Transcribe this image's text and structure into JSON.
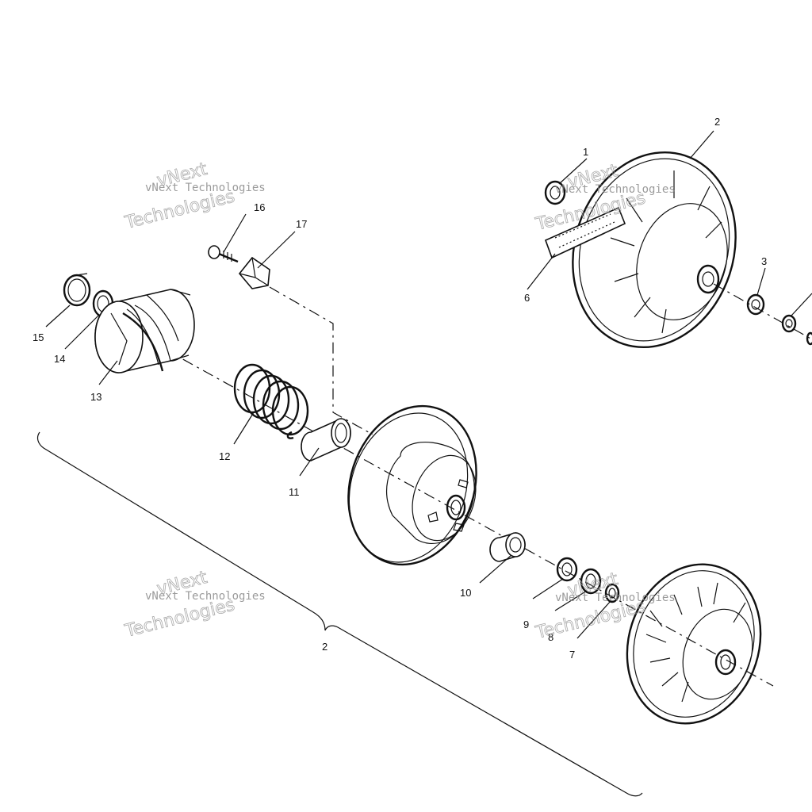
{
  "callouts": {
    "c1": "1",
    "c2_top": "2",
    "c3": "3",
    "c6": "6",
    "c7": "7",
    "c8": "8",
    "c9": "9",
    "c10": "10",
    "c11": "11",
    "c12": "12",
    "c13": "13",
    "c14": "14",
    "c15": "15",
    "c16": "16",
    "c17": "17",
    "c2_bracket": "2"
  },
  "watermark": {
    "line1": "vNext Technologies",
    "line2": "vNext",
    "line3": "Technologies"
  }
}
